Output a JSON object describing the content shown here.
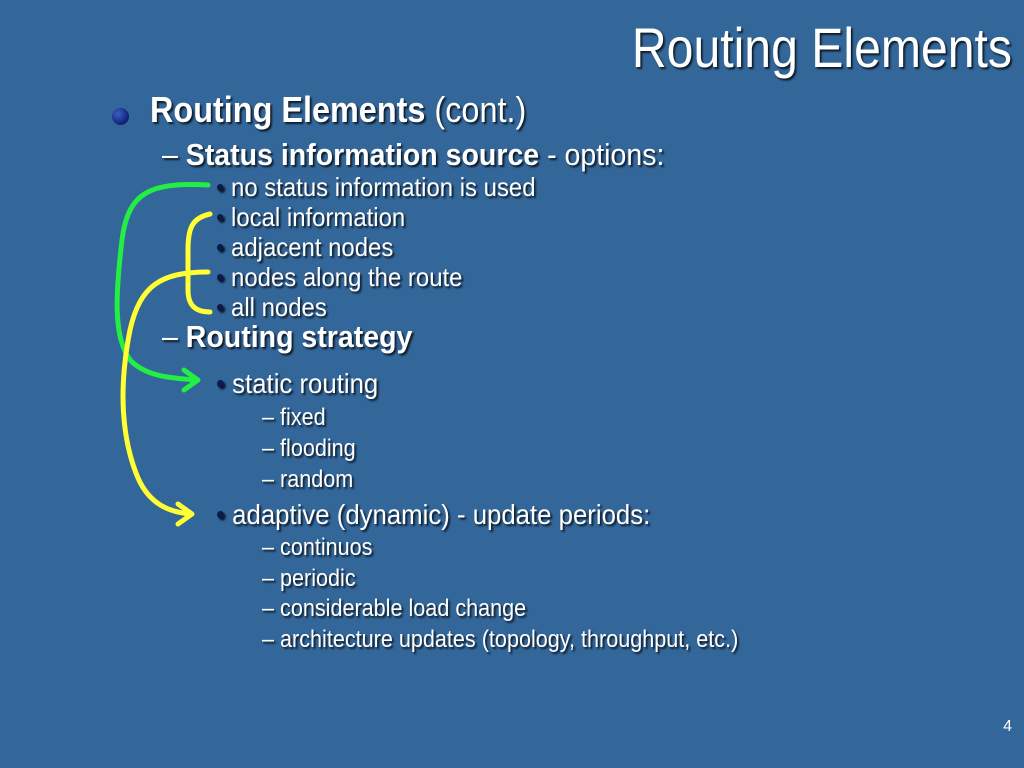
{
  "slide": {
    "title": "Routing Elements",
    "heading_bold": "Routing Elements",
    "heading_rest": " (cont.)",
    "status_source": {
      "dash": "– ",
      "bold": "Status information source",
      "rest": " - options:",
      "items": [
        "no status information is used",
        "local information",
        "adjacent nodes",
        "nodes along the route",
        "all nodes"
      ]
    },
    "strategy": {
      "dash": "– ",
      "bold": "Routing strategy",
      "static": {
        "label": "static routing",
        "items": [
          "fixed",
          "flooding",
          "random"
        ]
      },
      "adaptive": {
        "label": "adaptive (dynamic) - update periods:",
        "items": [
          "continuos",
          "periodic",
          "considerable load change",
          "architecture updates (topology, throughput, etc.)"
        ]
      }
    },
    "bullet_glyph": "•",
    "sub_dash": "– ",
    "page_number": "4"
  },
  "colors": {
    "background": "#336699",
    "text": "#ffffff",
    "arrow_green": "#22ee44",
    "arrow_yellow": "#ffff33",
    "bullet": "#0d2173"
  }
}
